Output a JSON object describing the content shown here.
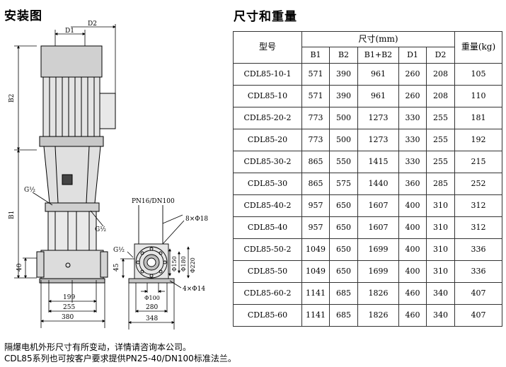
{
  "install": {
    "title": "安装图",
    "labels": {
      "D1": "D1",
      "D2": "D2",
      "B1": "B1",
      "B2": "B2",
      "dim40": "40",
      "dim199": "199",
      "dim255": "255",
      "dim380": "380",
      "G_half_a": "G½",
      "G_half_b": "G½",
      "G_half_c": "G½",
      "flange_spec": "PN16/DN100",
      "holes_8x18": "8×Φ18",
      "phi150": "Φ150",
      "phi180": "Φ180",
      "phi220": "Φ220",
      "phi100": "Φ100",
      "holes_4x14": "4×Φ14",
      "dim45": "45",
      "dim280": "280",
      "dim348": "348"
    }
  },
  "spec": {
    "title": "尺寸和重量",
    "header": {
      "model": "型号",
      "size": "尺寸(mm)",
      "weight": "重量(kg)",
      "cols": [
        "B1",
        "B2",
        "B1+B2",
        "D1",
        "D2"
      ]
    },
    "rows": [
      {
        "model": "CDL85-10-1",
        "b1": "571",
        "b2": "390",
        "sum": "961",
        "d1": "260",
        "d2": "208",
        "weight": "105"
      },
      {
        "model": "CDL85-10",
        "b1": "571",
        "b2": "390",
        "sum": "961",
        "d1": "260",
        "d2": "208",
        "weight": "110"
      },
      {
        "model": "CDL85-20-2",
        "b1": "773",
        "b2": "500",
        "sum": "1273",
        "d1": "330",
        "d2": "255",
        "weight": "181"
      },
      {
        "model": "CDL85-20",
        "b1": "773",
        "b2": "500",
        "sum": "1273",
        "d1": "330",
        "d2": "255",
        "weight": "192"
      },
      {
        "model": "CDL85-30-2",
        "b1": "865",
        "b2": "550",
        "sum": "1415",
        "d1": "330",
        "d2": "255",
        "weight": "215"
      },
      {
        "model": "CDL85-30",
        "b1": "865",
        "b2": "575",
        "sum": "1440",
        "d1": "360",
        "d2": "285",
        "weight": "252"
      },
      {
        "model": "CDL85-40-2",
        "b1": "957",
        "b2": "650",
        "sum": "1607",
        "d1": "400",
        "d2": "310",
        "weight": "312"
      },
      {
        "model": "CDL85-40",
        "b1": "957",
        "b2": "650",
        "sum": "1607",
        "d1": "400",
        "d2": "310",
        "weight": "312"
      },
      {
        "model": "CDL85-50-2",
        "b1": "1049",
        "b2": "650",
        "sum": "1699",
        "d1": "400",
        "d2": "310",
        "weight": "336"
      },
      {
        "model": "CDL85-50",
        "b1": "1049",
        "b2": "650",
        "sum": "1699",
        "d1": "400",
        "d2": "310",
        "weight": "336"
      },
      {
        "model": "CDL85-60-2",
        "b1": "1141",
        "b2": "685",
        "sum": "1826",
        "d1": "460",
        "d2": "340",
        "weight": "407"
      },
      {
        "model": "CDL85-60",
        "b1": "1141",
        "b2": "685",
        "sum": "1826",
        "d1": "460",
        "d2": "340",
        "weight": "407"
      }
    ]
  },
  "notes": {
    "line1": "隔爆电机外形尺寸有所变动，详情请咨询本公司。",
    "line2": "CDL85系列也可按客户要求提供PN25-40/DN100标准法兰。"
  }
}
